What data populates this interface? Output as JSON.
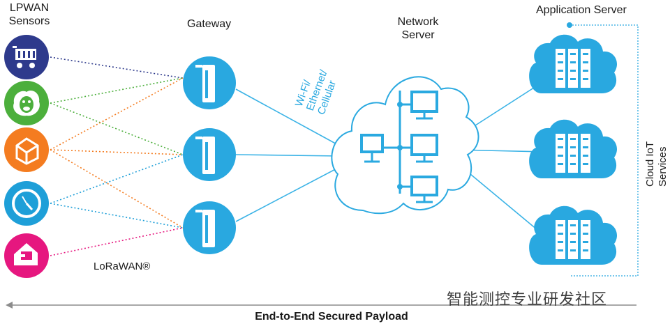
{
  "labels": {
    "sensors": [
      "LPWAN",
      "Sensors"
    ],
    "gateway": "Gateway",
    "network_server": [
      "Network",
      "Server"
    ],
    "application_server": "Application Server",
    "wireless": [
      "Wi-Fi/",
      "Ethernet/",
      "Cellular"
    ],
    "lorawan": "LoRaWAN®",
    "cloud_services": [
      "Cloud IoT",
      "Services"
    ],
    "payload": "End-to-End Secured Payload",
    "watermark": "智能测控专业研发社区"
  },
  "sensors": [
    {
      "name": "retail",
      "icon": "shopping-cart-icon",
      "color": "#2e3a8c"
    },
    {
      "name": "agriculture",
      "icon": "sheep-icon",
      "color": "#4caf3c"
    },
    {
      "name": "logistics",
      "icon": "package-icon",
      "color": "#f47c20"
    },
    {
      "name": "utilities",
      "icon": "meter-dial-icon",
      "color": "#1e9fd8"
    },
    {
      "name": "building",
      "icon": "house-plug-icon",
      "color": "#e6177f"
    }
  ],
  "colors": {
    "primary": "#29a8e0",
    "link": "#3bb3e6",
    "arrow": "#8c8c8c",
    "cloud_outline": "#2aa9e0"
  }
}
